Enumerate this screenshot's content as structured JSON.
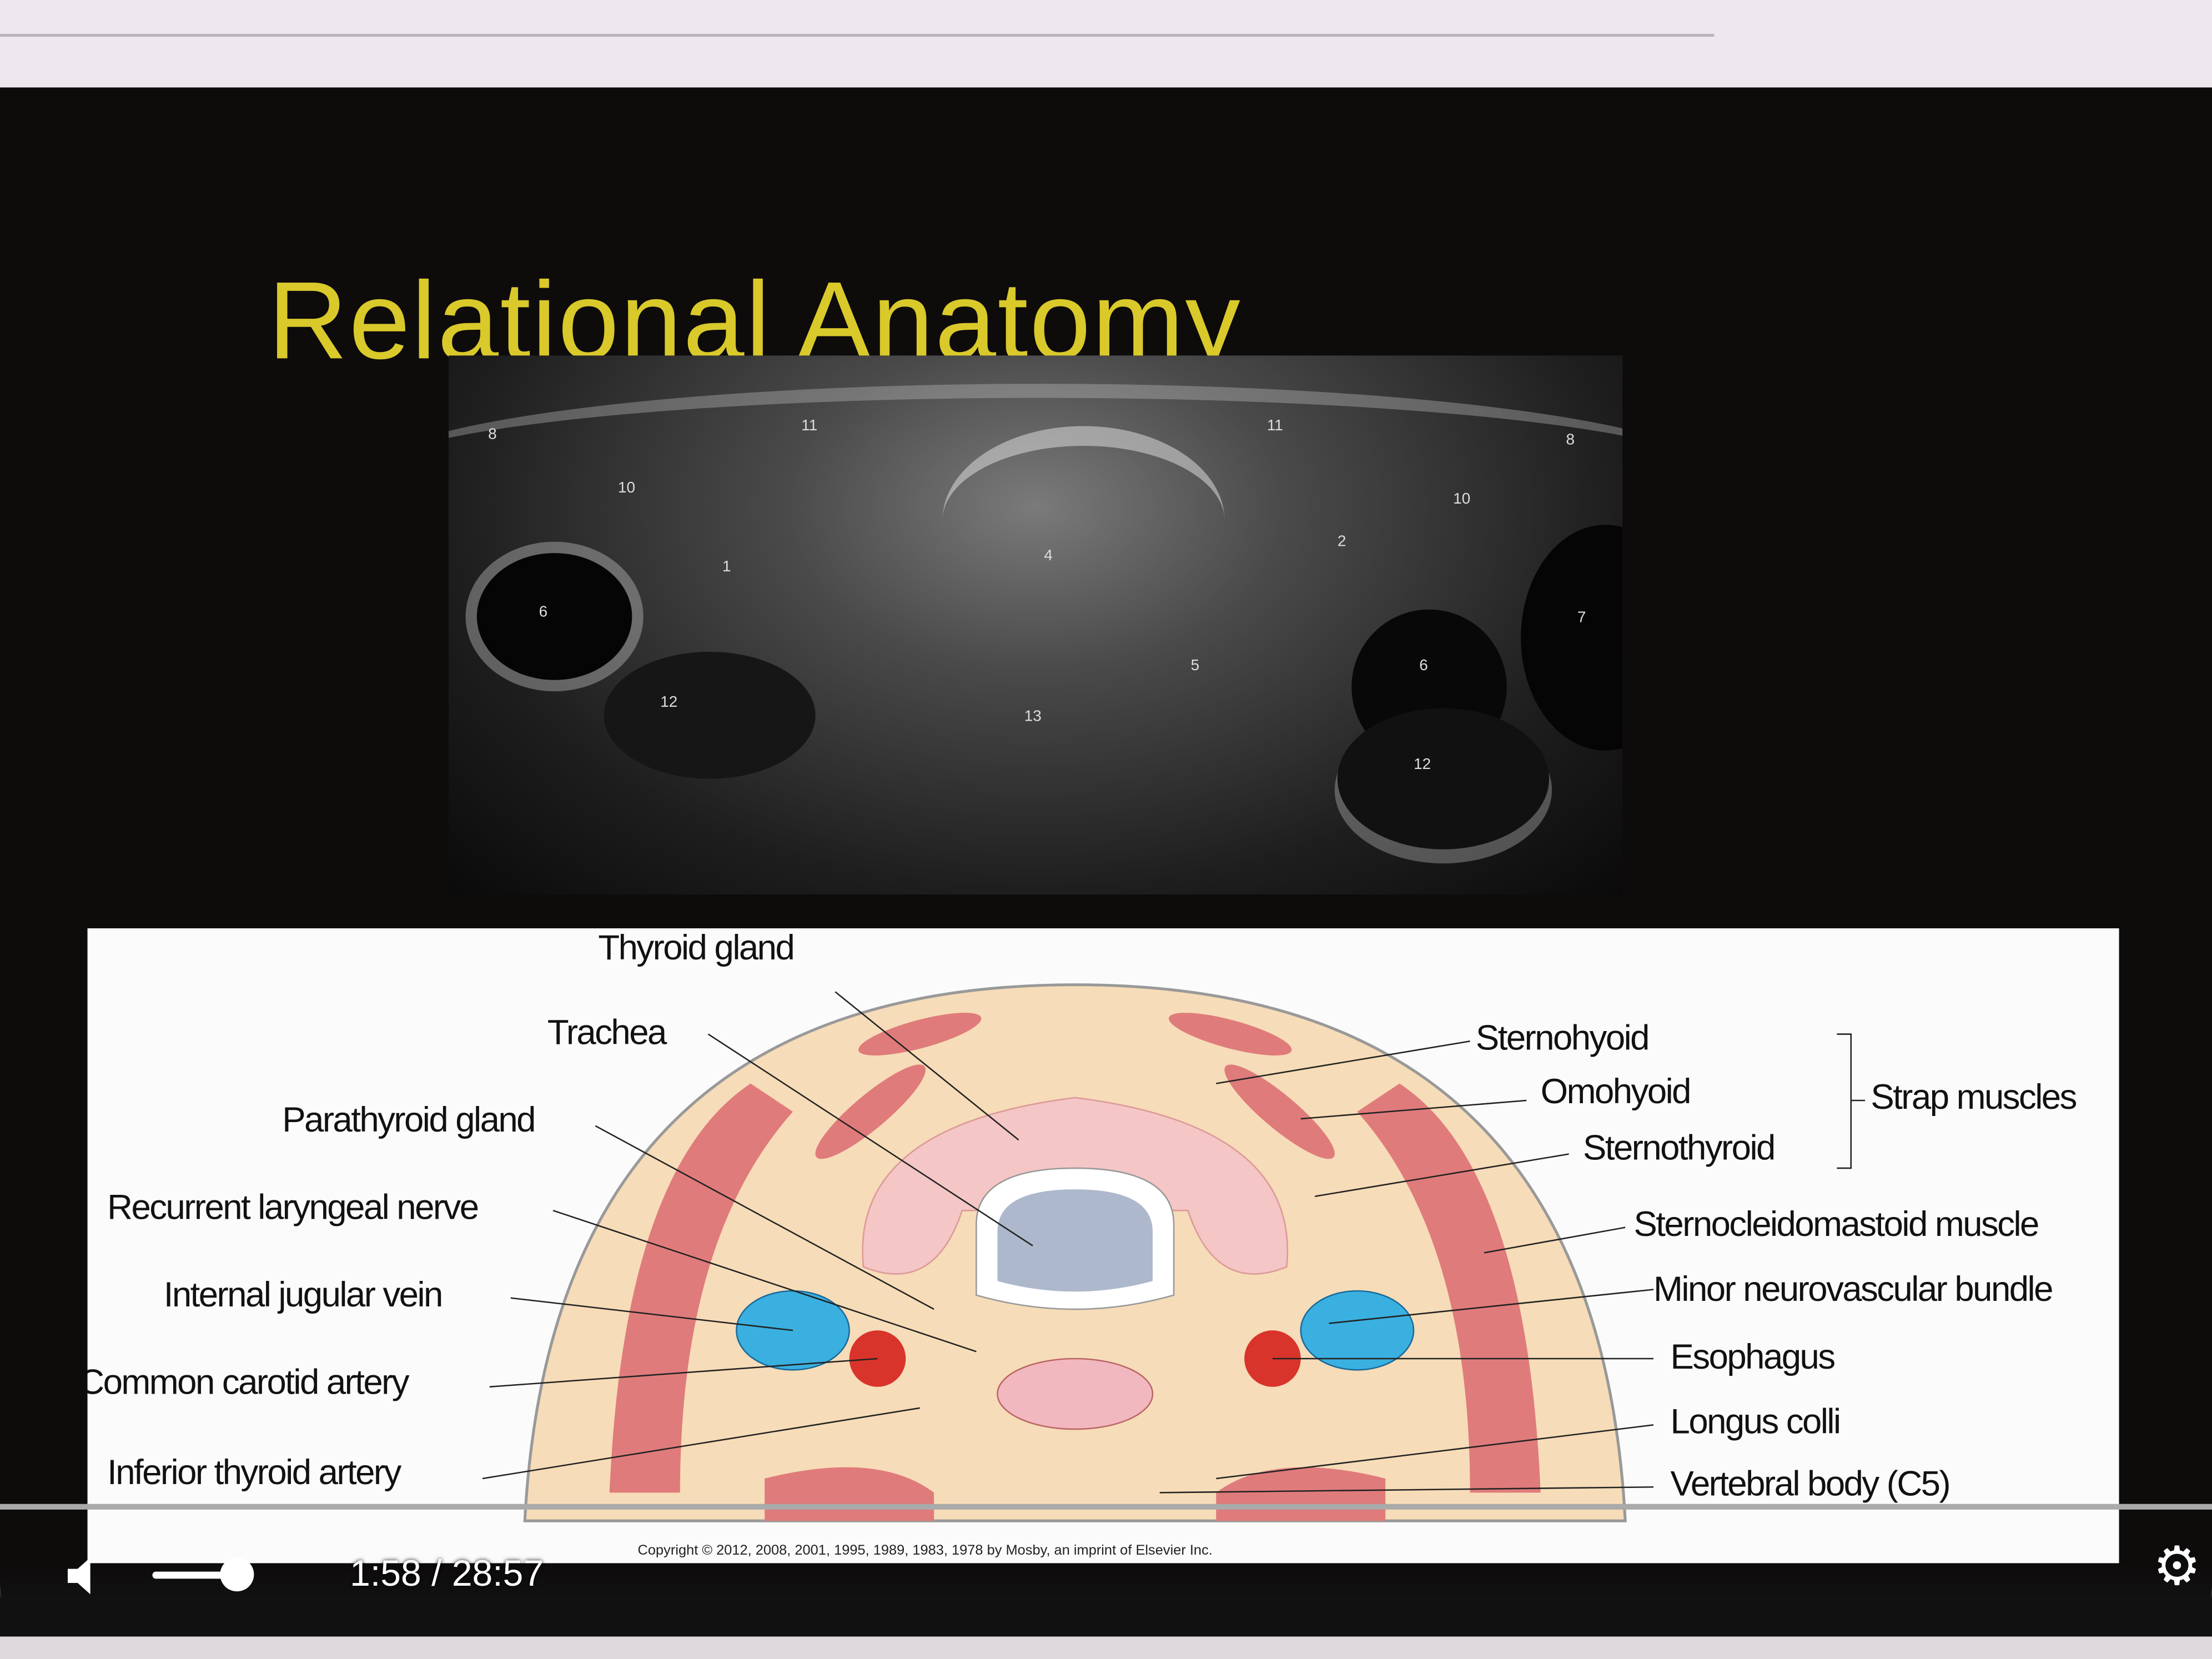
{
  "slide": {
    "title": "Relational Anatomy",
    "ultrasound_labels": [
      "8",
      "11",
      "11",
      "8",
      "10",
      "10",
      "1",
      "4",
      "2",
      "6",
      "7",
      "5",
      "6",
      "12",
      "13",
      "12"
    ],
    "diagram": {
      "left_labels": [
        "Thyroid gland",
        "Trachea",
        "Parathyroid gland",
        "Recurrent laryngeal nerve",
        "Internal jugular vein",
        "Common carotid artery",
        "Inferior thyroid artery"
      ],
      "right_labels": [
        "Sternohyoid",
        "Omohyoid",
        "Sternothyroid",
        "Sternocleidomastoid muscle",
        "Minor neurovascular bundle",
        "Esophagus",
        "Longus colli",
        "Vertebral body (C5)"
      ],
      "group_label": "Strap muscles",
      "copyright": "Copyright © 2012, 2008, 2001, 1995, 1989, 1983, 1978 by Mosby, an imprint of Elsevier Inc."
    }
  },
  "player": {
    "time": "1:58 / 28:57",
    "volume_fraction": 0.8,
    "progress_fraction": 0.068
  },
  "colors": {
    "title": "#d9c92a",
    "muscle": "#e07b7b",
    "vein": "#3ab0e0",
    "artery": "#d9342b"
  }
}
